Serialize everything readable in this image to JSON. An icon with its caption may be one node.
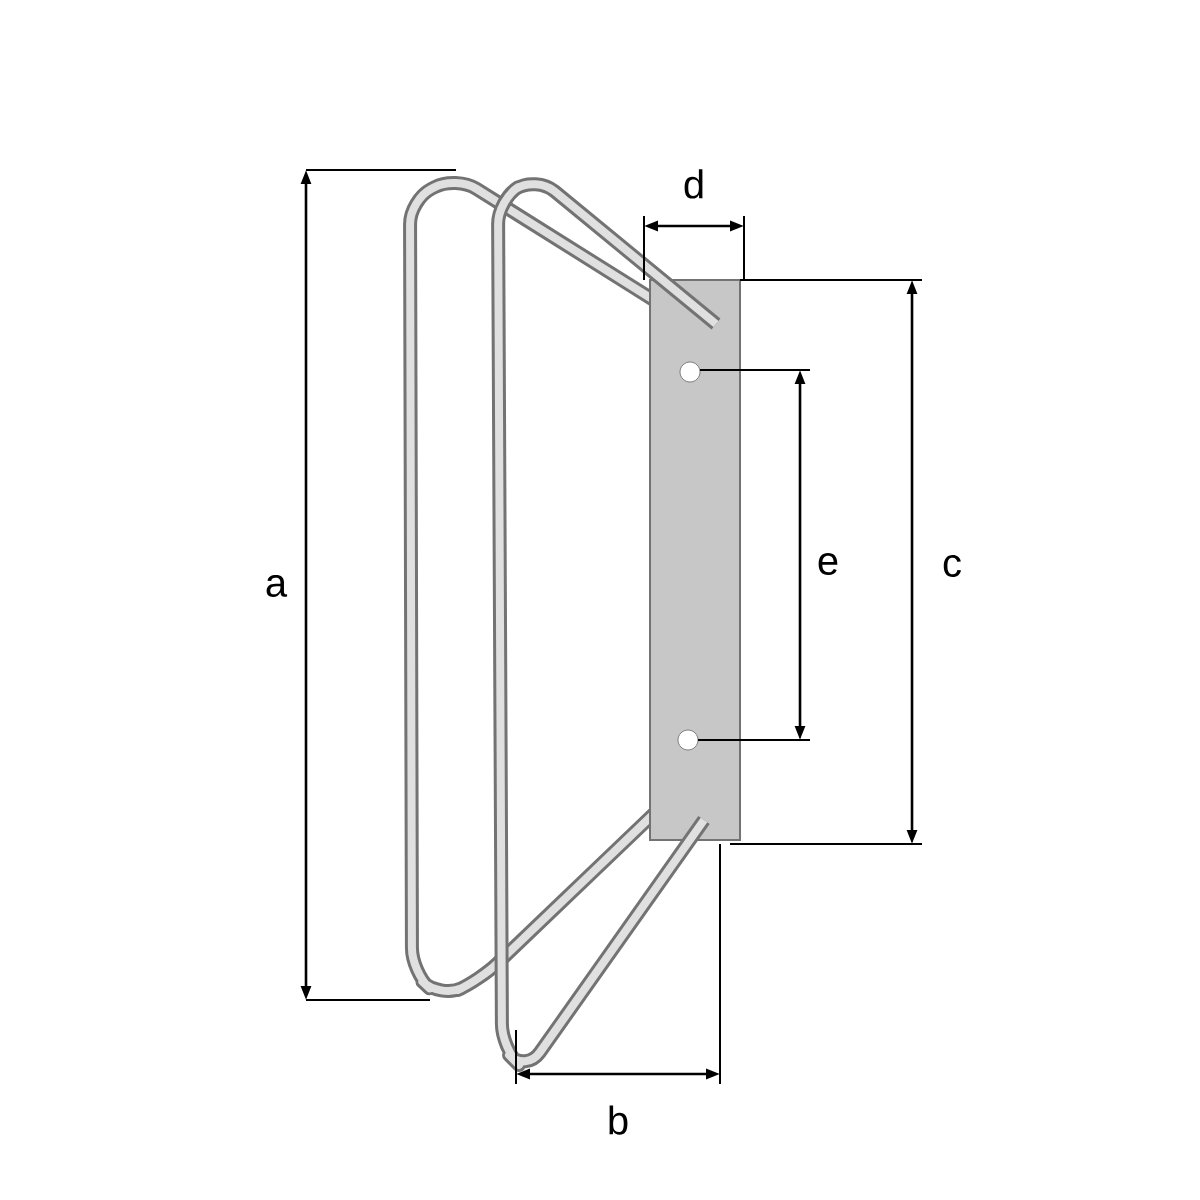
{
  "diagram": {
    "labels": [
      "d",
      "a",
      "e",
      "c",
      "b"
    ]
  }
}
